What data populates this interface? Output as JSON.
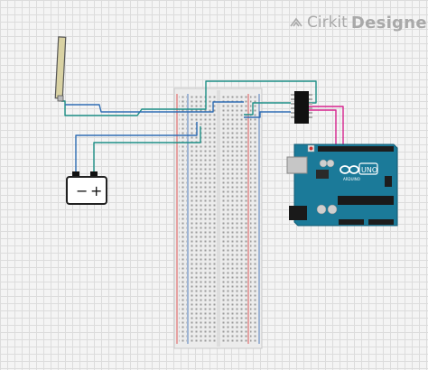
{
  "watermark": {
    "brand": "Cirkit",
    "product": "Designer",
    "icon": "cirkit-logo-icon"
  },
  "board": {
    "brand": "ARDUINO",
    "model": "UNO",
    "color": "#1b7a99"
  },
  "battery": {
    "minus": "−",
    "plus": "+"
  },
  "wire_colors": {
    "teal": "#1d8f86",
    "blue": "#2e6db3",
    "magenta": "#d6238d",
    "green": "#3aa35a"
  }
}
